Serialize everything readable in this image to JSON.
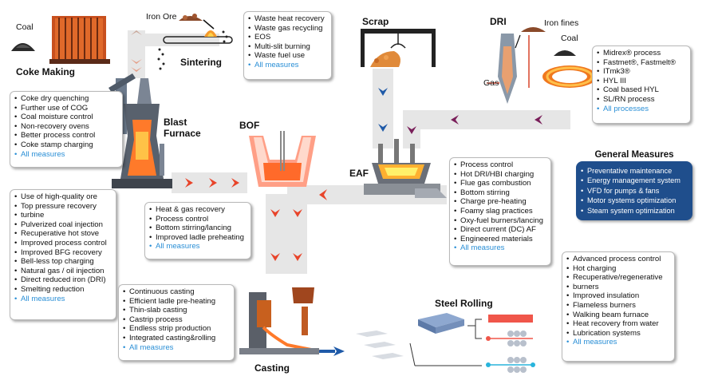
{
  "labels": {
    "coal_left": "Coal",
    "coke_making": "Coke Making",
    "iron_ore": "Iron Ore",
    "sintering": "Sintering",
    "blast_furnace": "Blast\nFurnace",
    "bof": "BOF",
    "scrap": "Scrap",
    "dri": "DRI",
    "iron_fines": "Iron fines",
    "coal_right": "Coal",
    "gas": "Gas",
    "eaf": "EAF",
    "casting": "Casting",
    "steel_rolling": "Steel Rolling"
  },
  "boxes": {
    "coke_making": [
      "Coke dry quenching",
      "Further use of COG",
      "Coal moisture control",
      "Non-recovery ovens",
      "Better process control",
      "Coke stamp charging"
    ],
    "coke_making_link": "All measures",
    "sintering": [
      "Waste heat recovery",
      "Waste gas recycling",
      "EOS",
      "Multi-slit burning",
      "Waste fuel use"
    ],
    "sintering_link": "All measures",
    "dri": [
      "Midrex® process",
      "Fastmet®, Fastmelt®",
      "ITmk3®",
      "HYL III",
      "Coal based HYL",
      "SL/RN process"
    ],
    "dri_link": "All processes",
    "blast_furnace": [
      "Use of high-quality ore",
      "Top pressure recovery",
      "turbine",
      "Pulverized coal injection",
      "Recuperative hot stove",
      "Improved process control",
      "Improved BFG recovery",
      "Bell-less top charging",
      "Natural gas / oil injection",
      "Direct reduced iron (DRI)",
      "Smelting reduction"
    ],
    "blast_furnace_link": "All measures",
    "bof": [
      "Heat & gas recovery",
      "Process control",
      "Bottom stirring/lancing",
      "Improved ladle preheating"
    ],
    "bof_link": "All measures",
    "eaf": [
      "Process control",
      "Hot DRI/HBI charging",
      "Flue gas combustion",
      "Bottom stirring",
      "Charge pre-heating",
      "Foamy slag practices",
      "Oxy-fuel burners/lancing",
      "Direct current (DC) AF",
      "Engineered materials"
    ],
    "eaf_link": "All measures",
    "casting": [
      "Continuous casting",
      "Efficient ladle pre-heating",
      "Thin-slab casting",
      "Castrip process",
      "Endless strip production",
      "Integrated casting&rolling"
    ],
    "casting_link": "All measures",
    "rolling": [
      "Advanced process control",
      "Hot charging",
      "Recuperative/regenerative",
      "burners",
      "Improved insulation",
      "Flameless burners",
      "Walking beam furnace",
      "Heat recovery from water",
      "Lubrication systems"
    ],
    "rolling_link": "All measures"
  },
  "general": {
    "title": "General Measures",
    "items": [
      "Preventative maintenance",
      "Energy management system",
      "VFD for pumps & fans",
      "Motor systems optimization",
      "Steam system optimization"
    ]
  },
  "colors": {
    "flow_band": "#e6e6e6",
    "arrow_red": "#e8442a",
    "arrow_purple": "#7a1f5a",
    "arrow_blue": "#1f5aa8",
    "link_blue": "#2a8fd6",
    "general_bg": "#1f4e8c"
  }
}
